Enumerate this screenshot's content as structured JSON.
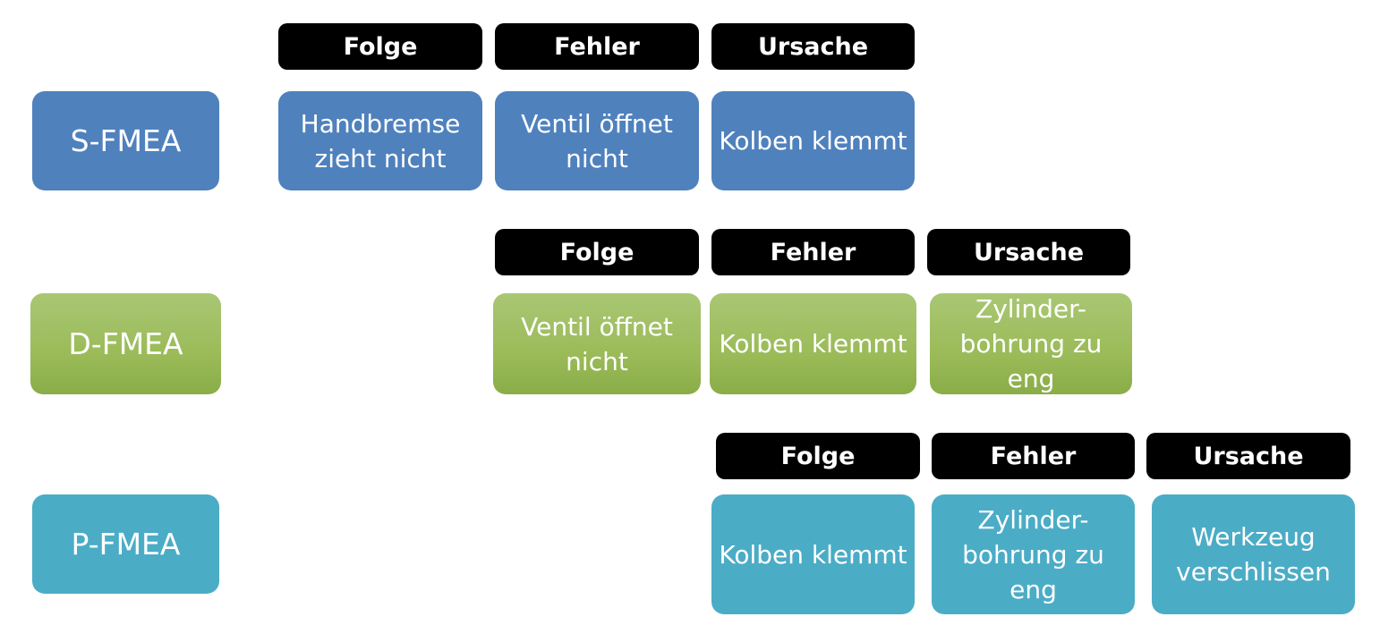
{
  "rows": [
    {
      "label": "S-FMEA",
      "headers": [
        "Folge",
        "Fehler",
        "Ursache"
      ],
      "cells": [
        "Handbremse zieht nicht",
        "Ventil öffnet nicht",
        "Kolben klemmt"
      ]
    },
    {
      "label": "D-FMEA",
      "headers": [
        "Folge",
        "Fehler",
        "Ursache"
      ],
      "cells": [
        "Ventil öffnet nicht",
        "Kolben klemmt",
        "Zylinder-bohrung zu eng"
      ]
    },
    {
      "label": "P-FMEA",
      "headers": [
        "Folge",
        "Fehler",
        "Ursache"
      ],
      "cells": [
        "Kolben klemmt",
        "Zylinder-bohrung zu eng",
        "Werkzeug verschlissen"
      ]
    }
  ],
  "colors": {
    "s_fmea": "#4f81bd",
    "d_fmea": "#9bbb59",
    "p_fmea": "#4bacc6",
    "header": "#000000"
  }
}
